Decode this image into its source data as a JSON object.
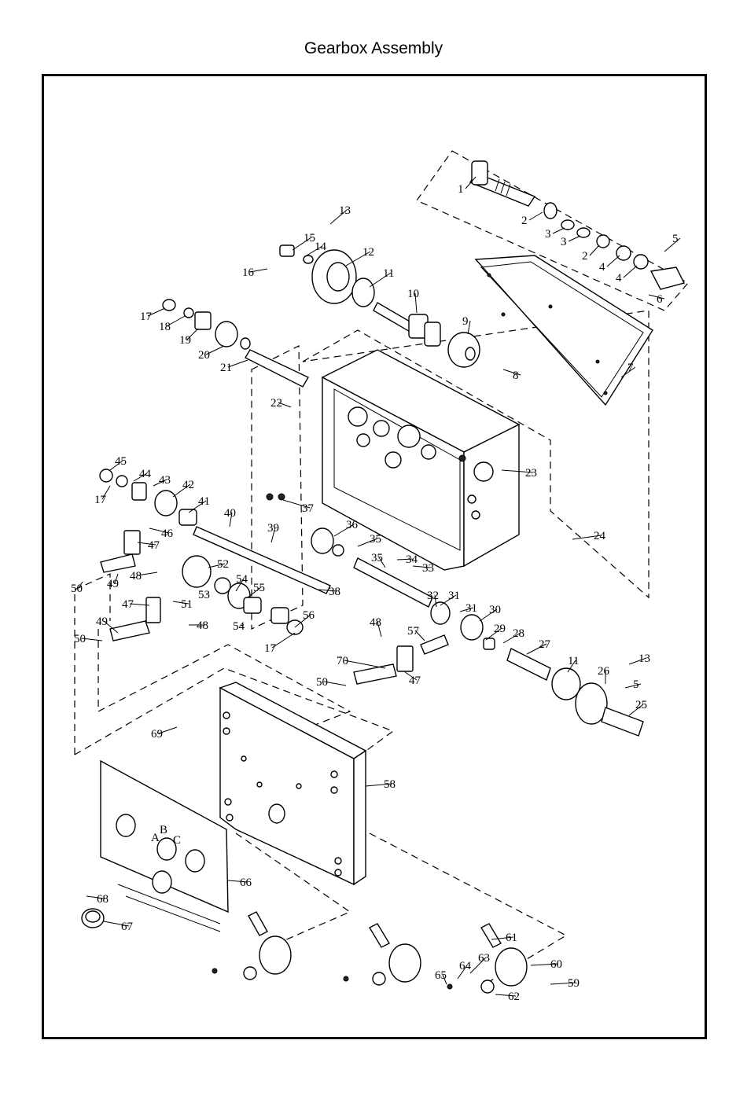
{
  "title": "Gearbox Assembly",
  "plate_text": {
    "hole_labels": [
      "A",
      "B",
      "C"
    ]
  },
  "callouts": [
    "1",
    "2",
    "3",
    "3",
    "2",
    "4",
    "4",
    "5",
    "6",
    "7",
    "8",
    "9",
    "10",
    "11",
    "12",
    "13",
    "14",
    "15",
    "16",
    "17",
    "18",
    "19",
    "20",
    "21",
    "22",
    "23",
    "24",
    "25",
    "26",
    "27",
    "28",
    "29",
    "30",
    "31",
    "31",
    "32",
    "33",
    "34",
    "35",
    "35",
    "36",
    "37",
    "38",
    "39",
    "40",
    "41",
    "42",
    "43",
    "44",
    "45",
    "17",
    "46",
    "47",
    "47",
    "47",
    "48",
    "48",
    "48",
    "49",
    "49",
    "50",
    "50",
    "50",
    "51",
    "52",
    "53",
    "54",
    "54",
    "55",
    "56",
    "17",
    "57",
    "58",
    "59",
    "60",
    "61",
    "62",
    "63",
    "64",
    "65",
    "66",
    "67",
    "68",
    "69",
    "70",
    "11",
    "13",
    "5"
  ]
}
